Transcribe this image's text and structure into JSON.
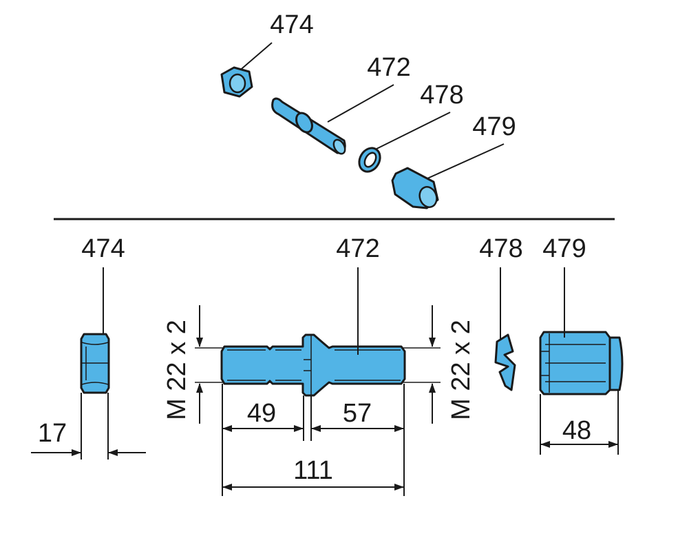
{
  "colors": {
    "part": "#52b4e6",
    "line": "#1a1a1a"
  },
  "exploded_view": {
    "labels": [
      "474",
      "472",
      "478",
      "479"
    ]
  },
  "dimension_view": {
    "labels": [
      "474",
      "472",
      "478",
      "479"
    ],
    "nut_width": "17",
    "thread_left": "M 22 x 2",
    "thread_right": "M 22 x 2",
    "stud_left_length": "49",
    "stud_right_length": "57",
    "stud_total_length": "111",
    "cap_nut_length": "48"
  }
}
